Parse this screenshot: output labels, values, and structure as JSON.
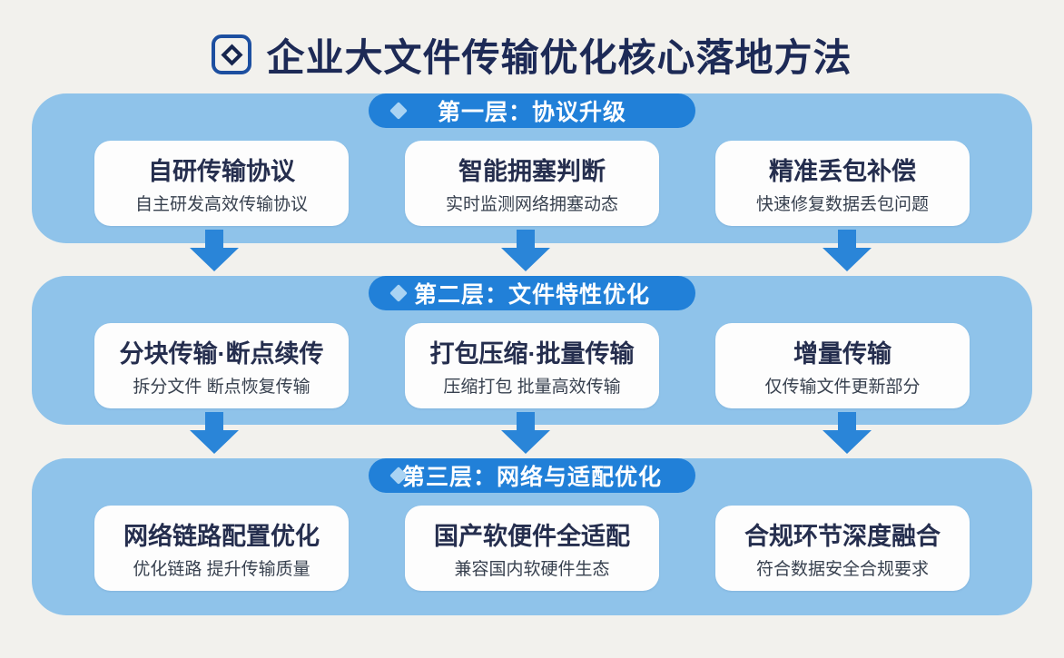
{
  "title": {
    "text": "企业大文件传输优化核心落地方法",
    "icon": "diamond-outline-icon"
  },
  "colors": {
    "bg": "#f2f1ed",
    "panel_blue": "#8fc3ea",
    "pill_blue": "#2180d8",
    "arrow_blue": "#2a85d8",
    "card_bg": "#fdfdfd",
    "title_navy": "#1d2a56",
    "card_title_navy": "#252e4e",
    "card_sub_gray": "#38414f",
    "pill_diamond": "#a9d3f3",
    "icon_border": "#1d4fa0"
  },
  "layers": [
    {
      "label": "第一层：协议升级",
      "cards": [
        {
          "title": "自研传输协议",
          "subtitle": "自主研发高效传输协议"
        },
        {
          "title": "智能拥塞判断",
          "subtitle": "实时监测网络拥塞动态"
        },
        {
          "title": "精准丢包补偿",
          "subtitle": "快速修复数据丢包问题"
        }
      ]
    },
    {
      "label": "第二层：文件特性优化",
      "cards": [
        {
          "title": "分块传输·断点续传",
          "subtitle": "拆分文件 断点恢复传输"
        },
        {
          "title": "打包压缩·批量传输",
          "subtitle": "压缩打包 批量高效传输"
        },
        {
          "title": "增量传输",
          "subtitle": "仅传输文件更新部分"
        }
      ]
    },
    {
      "label": "第三层：网络与适配优化",
      "cards": [
        {
          "title": "网络链路配置优化",
          "subtitle": "优化链路 提升传输质量"
        },
        {
          "title": "国产软便件全适配",
          "subtitle": "兼容国内软硬件生态"
        },
        {
          "title": "合规环节深度融合",
          "subtitle": "符合数据安全合规要求"
        }
      ]
    }
  ]
}
